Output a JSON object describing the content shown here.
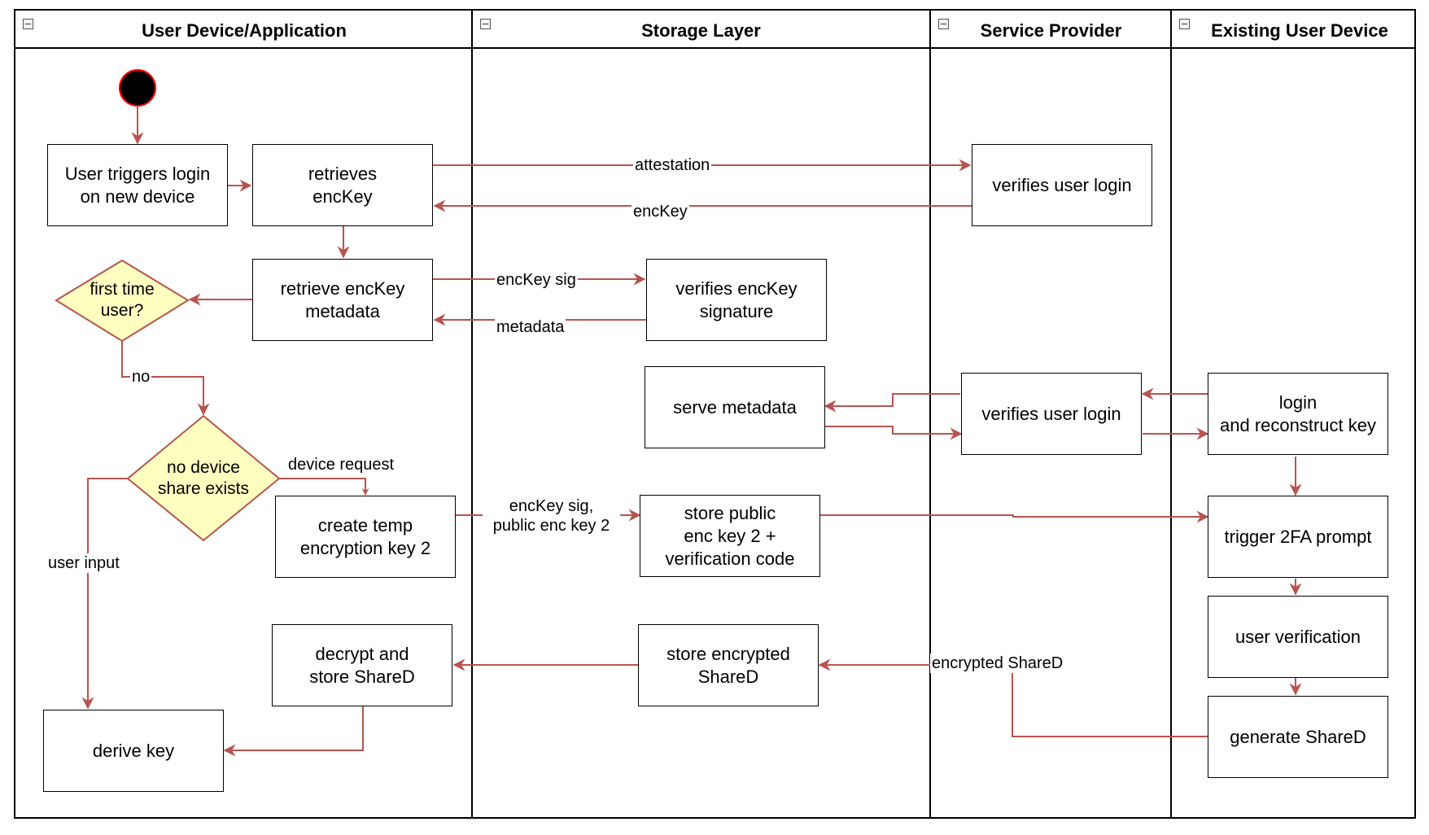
{
  "lanes": [
    {
      "title": "User Device/Application"
    },
    {
      "title": "Storage Layer"
    },
    {
      "title": "Service Provider"
    },
    {
      "title": "Existing User Device"
    }
  ],
  "nodes": {
    "trigger_login": "User triggers login\non new device",
    "retrieves_enckey": "retrieves\nencKey",
    "retrieve_metadata": "retrieve encKey\nmetadata",
    "first_time_user": "first time\nuser?",
    "no_device_share": "no device\nshare exists",
    "create_temp_key": "create temp\nencryption key 2",
    "decrypt_store": "decrypt and\nstore ShareD",
    "derive_key": "derive key",
    "verifies_signature": "verifies encKey\nsignature",
    "serve_metadata": "serve metadata",
    "store_public_key": "store public\nenc key 2 +\nverification code",
    "store_encrypted": "store encrypted\nShareD",
    "verifies_login_1": "verifies user login",
    "verifies_login_2": "verifies user login",
    "login_reconstruct": "login\nand reconstruct key",
    "trigger_2fa": "trigger 2FA prompt",
    "user_verification": "user verification",
    "generate_shared": "generate ShareD"
  },
  "edge_labels": {
    "attestation": "attestation",
    "enckey": "encKey",
    "enckey_sig": "encKey sig",
    "metadata": "metadata",
    "no": "no",
    "device_request": "device request",
    "user_input": "user input",
    "enckey_sig_public": "encKey sig,\npublic enc key 2",
    "encrypted_shared": "encrypted ShareD"
  },
  "colors": {
    "edge": "#b85450",
    "start_fill": "#000000",
    "start_stroke": "#ff0000",
    "decision_fill": "#ffffc0",
    "decision_stroke": "#b85450",
    "border": "#000000"
  }
}
